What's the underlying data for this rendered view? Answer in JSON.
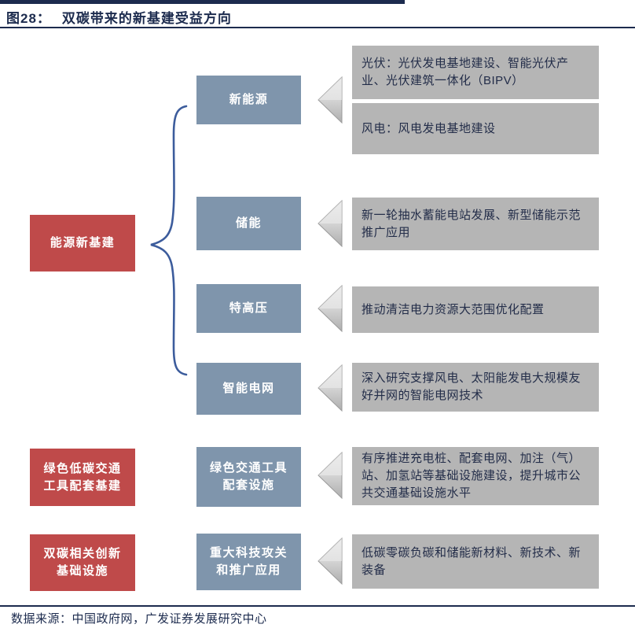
{
  "header": {
    "figure_label": "图28：",
    "title": "双碳带来的新基建受益方向"
  },
  "colors": {
    "accent_red": "#bf4a4a",
    "accent_blue": "#7f95ac",
    "detail_gray": "#b5b5b5",
    "ink_navy": "#1c2b4e",
    "brace_blue": "#3c5c9c"
  },
  "diagram": {
    "groups": [
      {
        "label": "能源新基建"
      },
      {
        "label": "绿色低碳交通\n工具配套基建"
      },
      {
        "label": "双碳相关创新\n基础设施"
      }
    ],
    "categories": [
      {
        "label": "新能源"
      },
      {
        "label": "储能"
      },
      {
        "label": "特高压"
      },
      {
        "label": "智能电网"
      },
      {
        "label": "绿色交通工具\n配套设施"
      },
      {
        "label": "重大科技攻关\n和推广应用"
      }
    ],
    "details": [
      "光伏：光伏发电基地建设、智能光伏产业、光伏建筑一体化（BIPV）",
      "风电：风电发电基地建设",
      "新一轮抽水蓄能电站发展、新型储能示范推广应用",
      "推动清洁电力资源大范围优化配置",
      "深入研究支撑风电、太阳能发电大规模友好并网的智能电网技术",
      "有序推进充电桩、配套电网、加注（气）站、加氢站等基础设施建设，提升城市公共交通基础设施水平",
      "低碳零碳负碳和储能新材料、新技术、新装备"
    ]
  },
  "footer": {
    "source": "数据来源：中国政府网，广发证券发展研究中心"
  }
}
